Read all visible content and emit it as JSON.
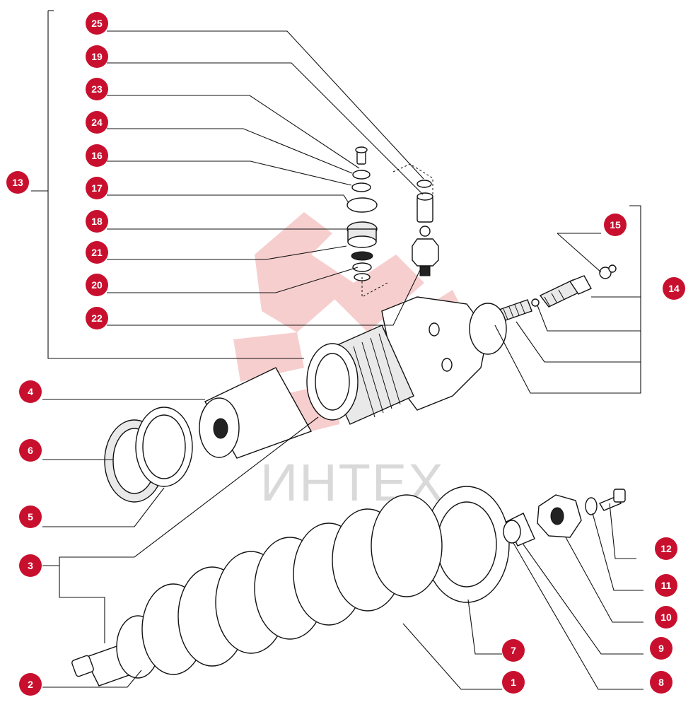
{
  "watermark": {
    "text": "ИНТЕХ",
    "logo_color": "#f6c6c6"
  },
  "accent_color": "#c8102e",
  "callouts": [
    {
      "label": "25"
    },
    {
      "label": "19"
    },
    {
      "label": "23"
    },
    {
      "label": "24"
    },
    {
      "label": "16"
    },
    {
      "label": "17"
    },
    {
      "label": "13"
    },
    {
      "label": "18"
    },
    {
      "label": "21"
    },
    {
      "label": "20"
    },
    {
      "label": "22"
    },
    {
      "label": "15"
    },
    {
      "label": "14"
    },
    {
      "label": "4"
    },
    {
      "label": "6"
    },
    {
      "label": "5"
    },
    {
      "label": "3"
    },
    {
      "label": "12"
    },
    {
      "label": "11"
    },
    {
      "label": "10"
    },
    {
      "label": "7"
    },
    {
      "label": "9"
    },
    {
      "label": "1"
    },
    {
      "label": "8"
    },
    {
      "label": "2"
    }
  ]
}
